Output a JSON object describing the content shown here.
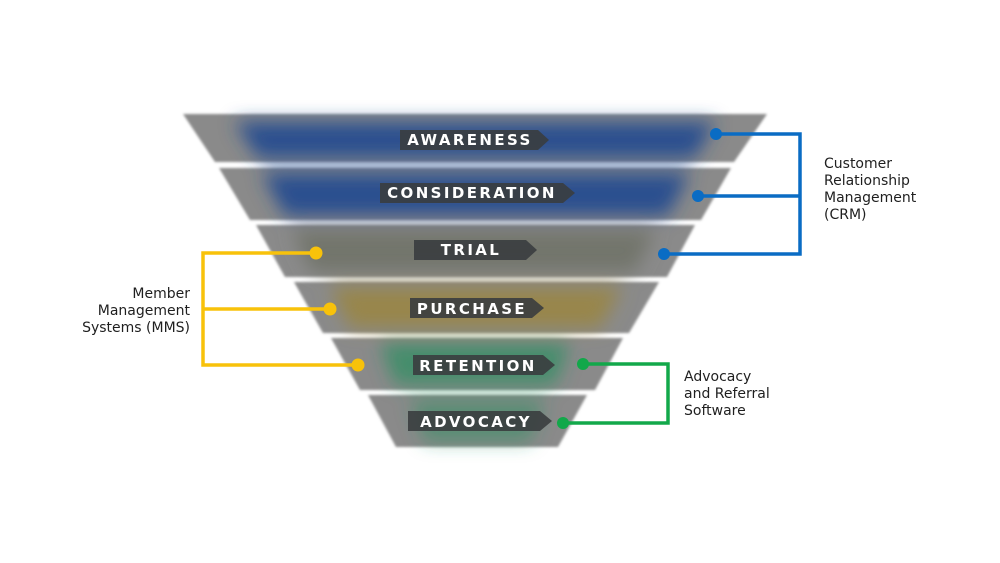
{
  "funnel": {
    "stages": [
      {
        "label": "AWARENESS"
      },
      {
        "label": "CONSIDERATION"
      },
      {
        "label": "TRIAL"
      },
      {
        "label": "PURCHASE"
      },
      {
        "label": "RETENTION"
      },
      {
        "label": "ADVOCACY"
      }
    ]
  },
  "groups": {
    "crm": {
      "lines": [
        "Customer",
        "Relationship",
        "Management",
        "(CRM)"
      ],
      "color": "#0a6cc4"
    },
    "mms": {
      "lines": [
        "Member",
        "Management",
        "Systems (MMS)"
      ],
      "color": "#f8c20a"
    },
    "advocacy": {
      "lines": [
        "Advocacy",
        "and Referral",
        "Software"
      ],
      "color": "#12a84a"
    }
  },
  "colors": {
    "band_gray": "#8a8a8a",
    "blue_tint": "#2c4f8f",
    "gold_tint": "#98864c",
    "green_tint": "#2f8f62",
    "tag": "#3a3d3f"
  }
}
